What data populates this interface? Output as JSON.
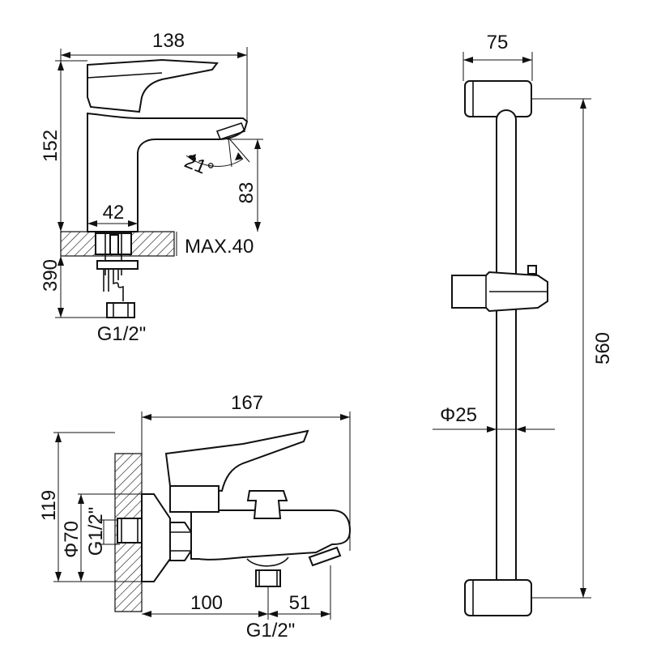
{
  "basin_faucet": {
    "width": "138",
    "height": "152",
    "spout_height": "83",
    "lever_angle": "21°",
    "base_width": "42",
    "max_deck": "MAX.40",
    "hose_length": "390",
    "thread": "G1/2\""
  },
  "bath_mixer": {
    "width": "167",
    "height": "119",
    "escutcheon": "Φ70",
    "inlet_thread": "G1/2\"",
    "wall_offset": "100",
    "spout_offset": "51",
    "outlet_thread": "G1/2\""
  },
  "slide_bar": {
    "bracket_depth": "75",
    "length": "560",
    "rail_diameter": "Φ25"
  }
}
